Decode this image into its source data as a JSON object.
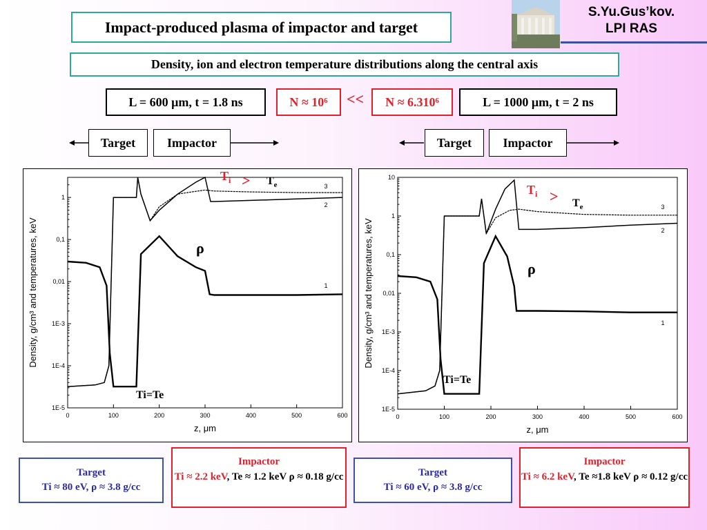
{
  "title": "Impact-produced plasma of impactor and target",
  "subtitle": "Density, ion and electron temperature distributions along the central axis",
  "author": {
    "name": "S.Yu.Gus’kov.",
    "org": "LPI RAS"
  },
  "params": {
    "left": "L = 600 μm, t = 1.8 ns",
    "n_left": "N ≈ 10⁶",
    "compare": "<<",
    "n_right": "N ≈ 6.310⁶",
    "right": "L = 1000 μm, t = 2 ns"
  },
  "labels": {
    "target": "Target",
    "impactor": "Impactor"
  },
  "plot_text": {
    "rho": "ρ",
    "ti": "Ti",
    "gt": ">",
    "te": "Te",
    "tie": "Ti=Te",
    "ylabel": "Density, g/cm³ and temperatures, keV",
    "xlabel": "z, μm"
  },
  "chart_data": [
    {
      "type": "line",
      "xlabel": "z, μm",
      "ylabel": "Density, g/cm³ and temperatures, keV",
      "xlim": [
        0,
        600
      ],
      "ylim": [
        1e-05,
        3
      ],
      "yscale": "log",
      "xticks": [
        "0",
        "100",
        "200",
        "300",
        "400",
        "500",
        "600"
      ],
      "yticks": [
        "1E-5",
        "1E-4",
        "1E-3",
        "0,01",
        "0,1",
        "1"
      ],
      "series": [
        {
          "name": "1",
          "x": [
            0,
            40,
            70,
            85,
            92,
            100,
            150,
            160,
            200,
            240,
            280,
            300,
            310,
            320,
            400,
            500,
            600
          ],
          "y": [
            0.03,
            0.028,
            0.022,
            0.008,
            0.0002,
            3.2e-05,
            3.2e-05,
            0.045,
            0.12,
            0.04,
            0.022,
            0.018,
            0.005,
            0.0048,
            0.0048,
            0.0048,
            0.005
          ]
        },
        {
          "name": "2",
          "x": [
            0,
            60,
            80,
            90,
            100,
            150,
            153,
            160,
            180,
            200,
            240,
            280,
            300,
            312,
            320,
            400,
            500,
            600
          ],
          "y": [
            3.2e-05,
            3.5e-05,
            4e-05,
            0.0001,
            1,
            1,
            3,
            1.2,
            0.28,
            0.5,
            1.2,
            2.3,
            3,
            0.8,
            0.8,
            0.85,
            0.92,
            1
          ]
        },
        {
          "name": "3",
          "x": [
            0,
            60,
            80,
            90,
            100,
            150,
            153,
            160,
            180,
            200,
            240,
            280,
            300,
            320,
            400,
            500,
            600
          ],
          "y": [
            3.2e-05,
            3.5e-05,
            4e-05,
            0.0001,
            1,
            1,
            3,
            1.2,
            0.28,
            0.6,
            1.2,
            1.4,
            1.5,
            1.42,
            1.35,
            1.3,
            1.3
          ]
        }
      ]
    },
    {
      "type": "line",
      "xlabel": "z, μm",
      "ylabel": "Density, g/cm³ and temperatures, keV",
      "xlim": [
        0,
        600
      ],
      "ylim": [
        1e-05,
        10
      ],
      "yscale": "log",
      "xticks": [
        "0",
        "100",
        "200",
        "300",
        "400",
        "500",
        "600"
      ],
      "yticks": [
        "1E-5",
        "1E-4",
        "1E-3",
        "0,01",
        "0,1",
        "1",
        "10"
      ],
      "series": [
        {
          "name": "1",
          "x": [
            0,
            40,
            70,
            85,
            92,
            100,
            175,
            185,
            210,
            235,
            250,
            255,
            300,
            400,
            500,
            600
          ],
          "y": [
            0.028,
            0.026,
            0.02,
            0.007,
            0.0002,
            2.5e-05,
            2.5e-05,
            0.06,
            0.3,
            0.09,
            0.015,
            0.0035,
            0.0035,
            0.0034,
            0.0032,
            0.0032
          ]
        },
        {
          "name": "2",
          "x": [
            0,
            60,
            80,
            90,
            100,
            175,
            180,
            190,
            210,
            230,
            250,
            260,
            300,
            400,
            500,
            600
          ],
          "y": [
            2.5e-05,
            3e-05,
            4e-05,
            0.0001,
            1,
            1,
            2.8,
            0.35,
            1.5,
            5,
            8.5,
            0.45,
            0.45,
            0.5,
            0.58,
            0.65
          ]
        },
        {
          "name": "3",
          "x": [
            0,
            60,
            80,
            90,
            100,
            175,
            180,
            190,
            210,
            240,
            260,
            300,
            400,
            500,
            600
          ],
          "y": [
            2.5e-05,
            3e-05,
            4e-05,
            0.0001,
            1,
            1,
            2.8,
            0.35,
            0.9,
            1.4,
            1.5,
            1.3,
            1.1,
            1.05,
            1.05
          ]
        }
      ]
    }
  ],
  "bottom": {
    "left_target": {
      "title": "Target",
      "line": "Ti ≈ 80 eV, ρ ≈ 3.8 g/cc"
    },
    "left_impactor": {
      "title": "Impactor",
      "ti": "Ti ≈ 2.2 keV",
      "rest": ", Te ≈ 1.2 keV ρ ≈ 0.18 g/cc"
    },
    "right_target": {
      "title": "Target",
      "line": "Ti ≈ 60 eV, ρ ≈ 3.8 g/cc"
    },
    "right_impactor": {
      "title": "Impactor",
      "ti": "Ti ≈ 6.2 keV",
      "rest": ", Te ≈1.8 keV ρ ≈ 0.12 g/cc"
    }
  },
  "colors": {
    "accent_teal": "#2aa89a",
    "red": "#e0202a",
    "blue": "#3a4fb0"
  }
}
